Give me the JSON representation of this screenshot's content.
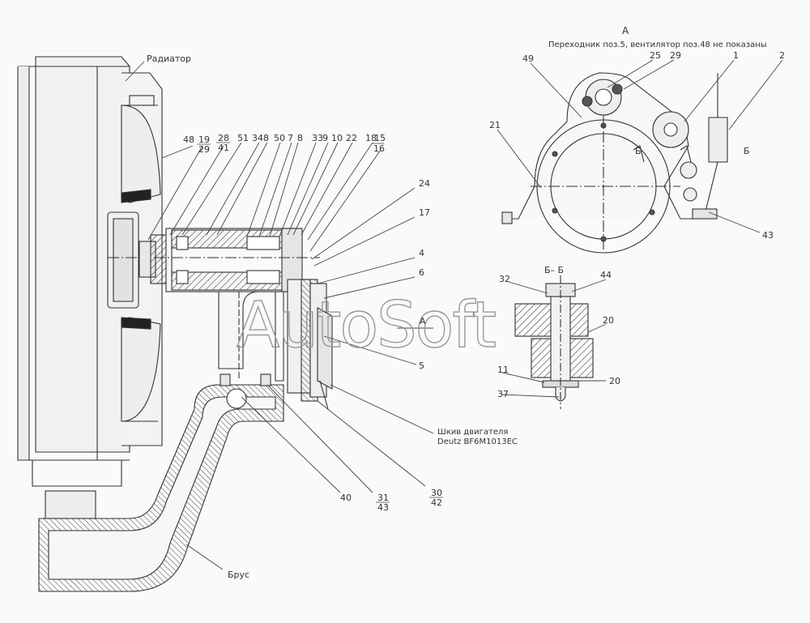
{
  "labels": {
    "radiator": "Радиатор",
    "bar": "Брус",
    "view_a": "А",
    "view_a_note": "Переходник поз.5, вентилятор поз.48 не показаны",
    "section_bb": "Б– Б",
    "section_mark": "Б",
    "engine_pulley_line1": "Шкив двигателя",
    "engine_pulley_line2": "Deutz BF6M1013EC",
    "watermark": "AutoSoft"
  },
  "callouts_main": [
    "48",
    "19",
    "29",
    "28",
    "41",
    "51",
    "34",
    "8",
    "50",
    "7",
    "8",
    "33",
    "9",
    "10",
    "22",
    "18",
    "15",
    "16",
    "24",
    "17",
    "4",
    "6",
    "А",
    "5",
    "40",
    "31",
    "43",
    "30",
    "42"
  ],
  "callouts_view_a": [
    "49",
    "25",
    "29",
    "1",
    "2",
    "21",
    "43"
  ],
  "callouts_section_bb": [
    "32",
    "44",
    "20",
    "11",
    "20",
    "37"
  ]
}
